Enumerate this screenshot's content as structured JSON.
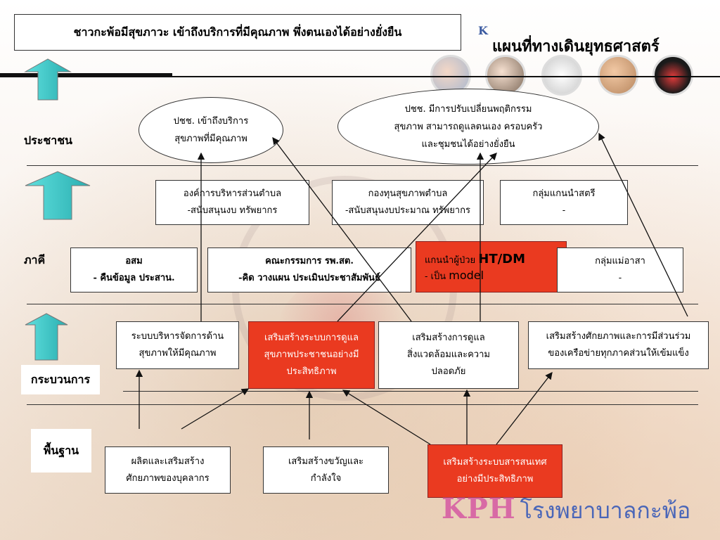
{
  "vision": "ชาวกะพ้อมีสุขภาวะ  เข้าถึงบริการที่มีคุณภาพ   พึ่งตนเองได้อย่างยั่งยืน",
  "title": "แผนที่ทางเดินยุทธศาสตร์",
  "logo_k": "K",
  "row_labels": {
    "people": "ประชาชน",
    "partners": "ภาคี",
    "process": "กระบวนการ",
    "foundation": "พื้นฐาน"
  },
  "people": {
    "oval1": [
      "ปชช. เข้าถึงบริการ",
      "สุขภาพที่มีคุณภาพ"
    ],
    "oval2": [
      "ปชช. มีการปรับเปลี่ยนพฤติกรรม",
      "สุขภาพ สามารถดูแลตนเอง ครอบครัว",
      "และชุมชนได้อย่างยั่งยืน"
    ]
  },
  "partners": {
    "row1": [
      {
        "line1": "องค์การบริหารส่วนตำบล",
        "line2": "-สนับสนุนงบ  ทรัพยากร"
      },
      {
        "line1": "กองทุนสุขภาพตำบล",
        "line2": "-สนับสนุนงบประมาณ ทรัพยากร"
      },
      {
        "line1": "กลุ่มแกนนำสตรี",
        "line2": "-"
      }
    ],
    "row2": [
      {
        "line1": "อสม",
        "line2": "- คืนข้อมูล  ประสาน."
      },
      {
        "line1": "คณะกรรมการ รพ.สต.",
        "line2": "-คิด วางแผน ประเมินประชาสัมพันธ์"
      },
      {
        "line1a": "แกนนำผู้ป่วย ",
        "line1b": "HT/DM",
        "line2a": "- เป็น ",
        "line2b": "model"
      },
      {
        "line1": "กลุ่มแม่อาสา",
        "line2": "-"
      }
    ]
  },
  "process": [
    [
      "ระบบบริหารจัดการด้าน",
      "สุขภาพให้มีคุณภาพ"
    ],
    [
      "เสริมสร้างระบบการดูแล",
      "สุขภาพประชาชนอย่างมี",
      "ประสิทธิภาพ"
    ],
    [
      "เสริมสร้างการดูแล",
      "สิ่งแวดล้อมและความ",
      "ปลอดภัย"
    ],
    [
      "เสริมสร้างศักยภาพและการมีส่วนร่วม",
      "ของเครือข่ายทุกภาคส่วนให้เข้มแข็ง"
    ]
  ],
  "foundation": [
    [
      "ผลิตและเสริมสร้าง",
      "ศักยภาพของบุคลากร"
    ],
    [
      "เสริมสร้างขวัญและ",
      "กำลังใจ"
    ],
    [
      "เสริมสร้างระบบสารสนเทศ",
      "อย่างมีประสิทธิภาพ"
    ]
  ],
  "footer": {
    "kph": "KPH",
    "hospital": "โรงพยาบาลกะพ้อ"
  },
  "colors": {
    "accent_red": "#ea3a20",
    "arrow_teal": "#3cc8c8",
    "footer_pink": "#d86aa5",
    "footer_blue": "#4a66b8"
  }
}
